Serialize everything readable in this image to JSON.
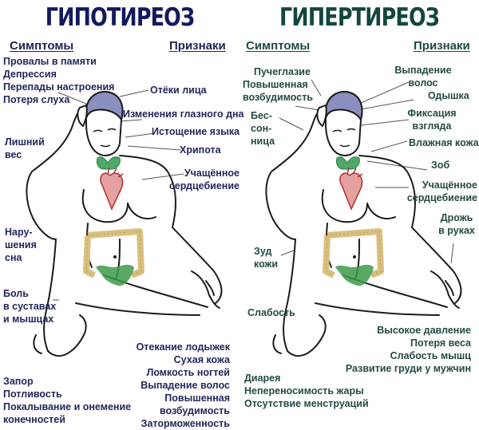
{
  "colors": {
    "hypo_title": "#121a5c",
    "hyper_title": "#13463f",
    "hypo_text": "#22275a",
    "hyper_text": "#244a44",
    "skin_head": "#8a8fbf",
    "thyroid": "#4fa86a",
    "heart": "#d98a8a",
    "intestine": "#d8c080",
    "pelvis": "#3c9a4a"
  },
  "hypothyroidism": {
    "title": "ГИПОТИРЕОЗ",
    "symptoms_header": "Симптомы",
    "signs_header": "Признаки",
    "symptoms_top": [
      "Провалы в памяти",
      "Депрессия",
      "Перепады настроения",
      "Потеря слуха"
    ],
    "symptom_weight": [
      "Лишний",
      "вес"
    ],
    "symptom_sleep": [
      "Нару-",
      "шения",
      "сна"
    ],
    "symptom_pain": [
      "Боль",
      "в суставах",
      "и мышцах"
    ],
    "symptoms_bottom": [
      "Запор",
      "Потливость",
      "Покалывание и онемение",
      "конечностей"
    ],
    "signs_face": "Отёки лица",
    "signs_eye": "Изменения глазного дна",
    "signs_tongue": "Истощение языка",
    "signs_voice": "Хрипота",
    "signs_heart": [
      "Учащённое",
      "сердцебиение"
    ],
    "signs_bottom": [
      "Отекание лодыжек",
      "Сухая кожа",
      "Ломкость ногтей",
      "Выпадение волос",
      "Повышенная",
      "возбудимость",
      "Заторможенность"
    ]
  },
  "hyperthyroidism": {
    "title": "ГИПЕРТИРЕОЗ",
    "symptoms_header": "Симптомы",
    "signs_header": "Признаки",
    "symptom_eyes": "Пучеглазие",
    "symptom_excite": [
      "Повышенная",
      "возбудимость"
    ],
    "symptom_insomnia": [
      "Бес-",
      "сон-",
      "ница"
    ],
    "symptom_itch": [
      "Зуд",
      "кожи"
    ],
    "symptom_weak": "Слабость",
    "symptoms_bottom": [
      "Диарея",
      "Непереносимость жары",
      "Отсутствие менструаций"
    ],
    "signs_hair": [
      "Выпадение",
      "волос"
    ],
    "signs_breath": "Одышка",
    "signs_gaze": [
      "Фиксация",
      "взгляда"
    ],
    "signs_skin": "Влажная кожа",
    "signs_goiter": "Зоб",
    "signs_heart": [
      "Учащённое",
      "сердцебиение"
    ],
    "signs_tremor": [
      "Дрожь",
      "в руках"
    ],
    "signs_bottom": [
      "Высокое давление",
      "Потеря веса",
      "Слабость мышц",
      "Развитие груди у мужчин"
    ]
  }
}
